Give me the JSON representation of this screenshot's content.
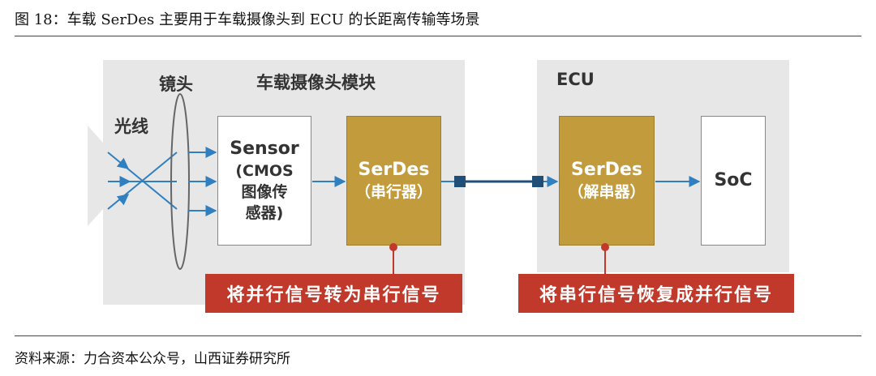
{
  "caption": "图 18：车载 SerDes 主要用于车载摄像头到 ECU 的长距离传输等场景",
  "source": "资料来源：力合资本公众号，山西证券研究所",
  "diagram": {
    "light_label": "光线",
    "lens_label": "镜头",
    "camera_module_label": "车载摄像头模块",
    "ecu_label": "ECU",
    "sensor": {
      "name": "Sensor",
      "line1": "(CMOS",
      "line2": "图像传",
      "line3": "感器)"
    },
    "serializer": {
      "name": "SerDes",
      "desc": "（串行器）"
    },
    "deserializer": {
      "name": "SerDes",
      "desc": "（解串器）"
    },
    "soc": {
      "name": "SoC"
    },
    "left_banner": "将并行信号转为串行信号",
    "right_banner": "将串行信号恢复成并行信号",
    "colors": {
      "panel": "#e7e7e8",
      "serdes_gold": "#c19b3c",
      "banner_red": "#c0392b",
      "link_blue": "#1f4e79",
      "arrow_blue": "#2f7fc1"
    }
  }
}
